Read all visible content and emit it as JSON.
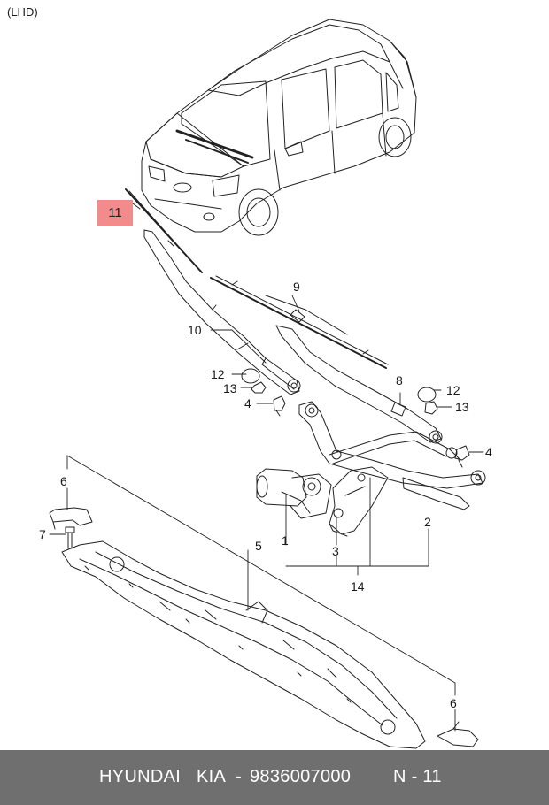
{
  "header": {
    "variant": "(LHD)"
  },
  "callouts": {
    "p1": "1",
    "p2": "2",
    "p3": "3",
    "p4a": "4",
    "p4b": "4",
    "p5": "5",
    "p6a": "6",
    "p6b": "6",
    "p7": "7",
    "p8": "8",
    "p9": "9",
    "p10": "10",
    "p11": "11",
    "p12a": "12",
    "p12b": "12",
    "p13a": "13",
    "p13b": "13",
    "p14": "14"
  },
  "highlight": {
    "part": "11",
    "color": "#f28b8b"
  },
  "footer": {
    "brand": "HYUNDAI",
    "make": "KIA",
    "sep": "-",
    "part_number": "9836007000",
    "ref": "N - 11",
    "bg": "#6f6f6f"
  }
}
